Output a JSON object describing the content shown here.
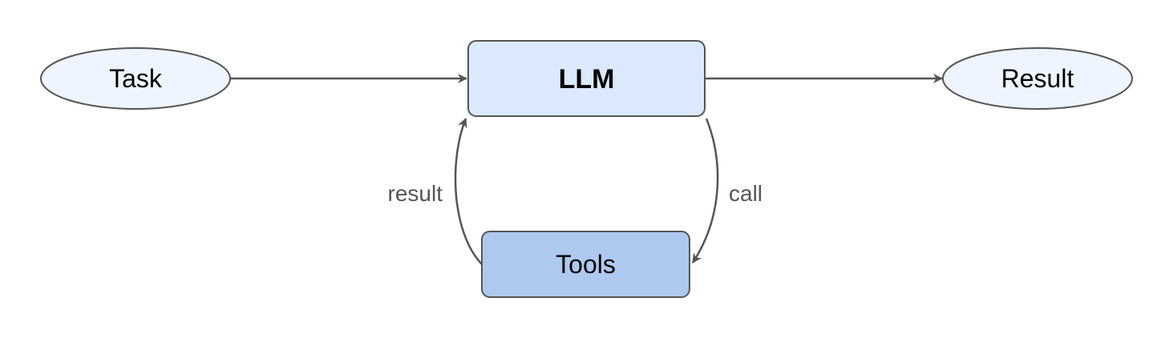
{
  "nodes": {
    "task": {
      "label": "Task"
    },
    "llm": {
      "label": "LLM"
    },
    "result": {
      "label": "Result"
    },
    "tools": {
      "label": "Tools"
    }
  },
  "edges": {
    "call": {
      "label": "call"
    },
    "result": {
      "label": "result"
    }
  },
  "colors": {
    "ellipse_fill": "#eef5ff",
    "llm_fill": "#dbe9fc",
    "tools_fill": "#aec9f0",
    "stroke": "#555555",
    "edge": "#555555",
    "edge_label": "#555555"
  }
}
